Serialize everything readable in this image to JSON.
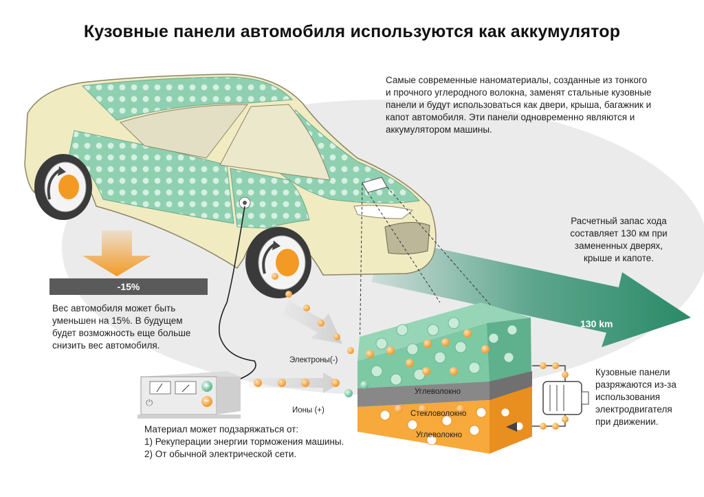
{
  "title": "Кузовные панели автомобиля используются как аккумулятор",
  "description": [
    "Самые современные наноматериалы, созданные из тонкого",
    "и прочного углеродного волокна, заменят стальные кузовные",
    "панели и будут использоваться как двери, крыша, багажник и",
    "капот автомобиля. Эти панели одновременно являются и",
    "аккумулятором машины."
  ],
  "range": {
    "lines": [
      "Расчетный запас  хода",
      "составляет 130 км при",
      "замененных дверях,",
      "крыше и капоте."
    ],
    "arrow_label": "130 km"
  },
  "weight": {
    "badge": "-15%",
    "lines": [
      "Вес автомобиля может быть",
      "уменьшен на 15%. В будущем",
      "будет возможность еще больше",
      "снизить вес автомобиля."
    ]
  },
  "discharge": {
    "lines": [
      "Кузовные панели",
      "разряжаются из-за",
      "использования",
      "электродвигателя",
      "при движении."
    ]
  },
  "charging": {
    "lines": [
      "Материал может подзаряжаться от:",
      "1) Рекуперации энергии торможения машины.",
      "2) От обычной электрической сети."
    ]
  },
  "labels": {
    "electrons": "Электроны(-)",
    "ions": "Ионы (+)",
    "layer_carbon_top": "Углеволокно",
    "layer_glass": "Стекловолокно",
    "layer_carbon_bottom": "Углеволокно"
  },
  "charger": {
    "plus": "+",
    "minus": "−",
    "power": "⏻"
  },
  "colors": {
    "panel_green": "#7cc9a4",
    "accent_orange": "#f39a25",
    "arrow_green": "#2e8f6e",
    "car_body": "#f1ebc2",
    "badge_grey": "#5a5a5a"
  }
}
